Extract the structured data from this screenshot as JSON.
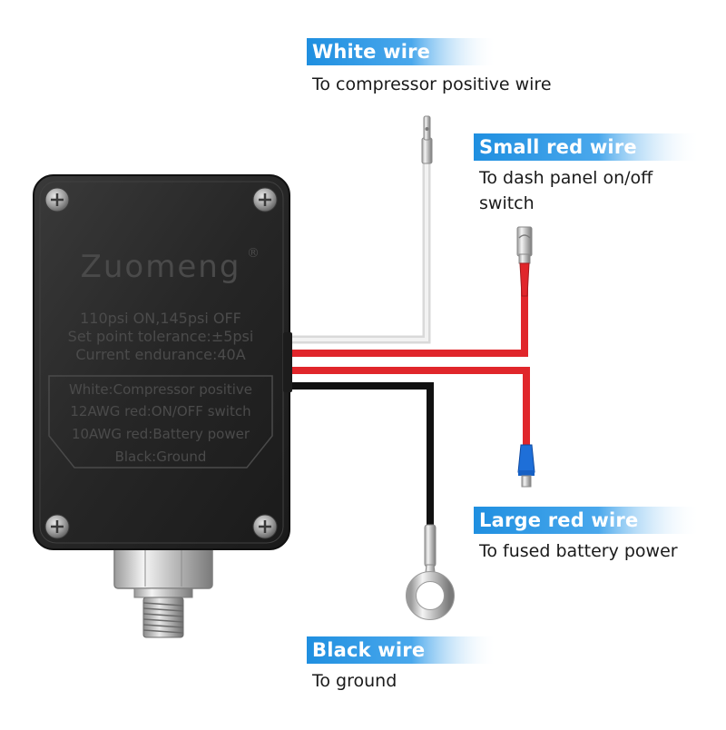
{
  "device": {
    "brand": "Zuomeng",
    "trademark": "®",
    "specs": [
      "110psi ON,145psi OFF",
      "Set point tolerance:±5psi",
      "Current endurance:40A"
    ],
    "legend": [
      "White:Compressor positive",
      "12AWG red:ON/OFF switch",
      "10AWG red:Battery power",
      "Black:Ground"
    ]
  },
  "callouts": {
    "white": {
      "title": "White wire",
      "desc": "To compressor positive wire"
    },
    "small_red": {
      "title": "Small red wire",
      "desc_line1": "To dash panel on/off",
      "desc_line2": "switch"
    },
    "large_red": {
      "title": "Large red wire",
      "desc": "To fused battery power"
    },
    "black": {
      "title": "Black wire",
      "desc": "To ground"
    }
  },
  "colors": {
    "callout_blue": "#1f8fe0",
    "wire_white": "#e4e4e4",
    "wire_red": "#e0262b",
    "wire_black": "#111111",
    "housing": "#2b2b2b"
  }
}
